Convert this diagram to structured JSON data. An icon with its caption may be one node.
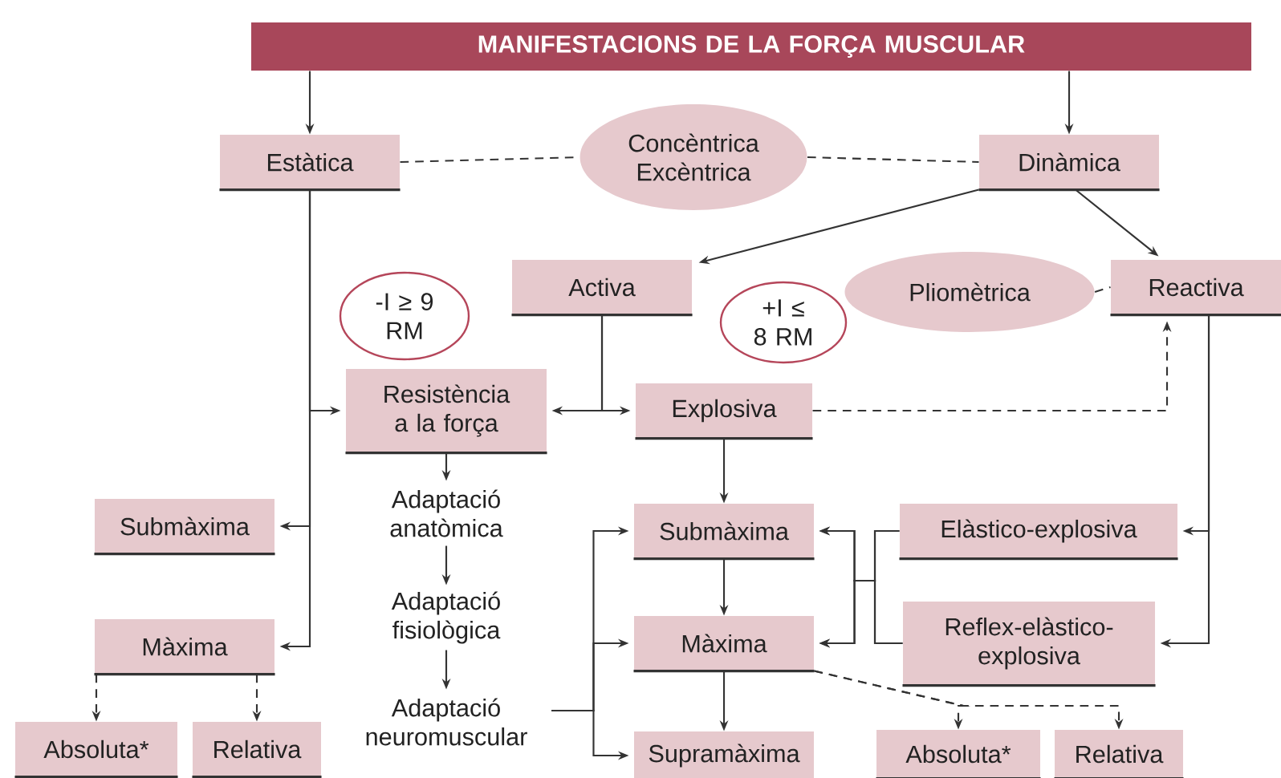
{
  "diagram": {
    "nodes": [
      {
        "text": [
          "MANIFESTACIONS DE LA FORÇA MUSCULAR"
        ]
      },
      {
        "text": [
          "Estàtica"
        ]
      },
      {
        "text": [
          "Concèntrica Excèntrica"
        ]
      },
      {
        "text": [
          "Dinàmica"
        ]
      },
      {
        "text": [
          "Activa"
        ]
      },
      {
        "text": [
          "-I ≥ 9 RM"
        ]
      },
      {
        "text": [
          "+I ≤ 8 RM"
        ]
      },
      {
        "text": [
          "Pliomètrica"
        ]
      },
      {
        "text": [
          "Reactiva"
        ]
      },
      {
        "text": [
          "Resistència a la força"
        ]
      },
      {
        "text": [
          "Explosiva"
        ]
      },
      {
        "text": [
          "Submàxima"
        ]
      },
      {
        "text": [
          "Adaptació anatòmica"
        ]
      },
      {
        "text": [
          "Adaptació fisiològica"
        ]
      },
      {
        "text": [
          "Adaptació neuromuscular"
        ]
      },
      {
        "text": [
          "Submàxima"
        ]
      },
      {
        "text": [
          "Elàstico-explosiva"
        ]
      },
      {
        "text": [
          "Màxima"
        ]
      },
      {
        "text": [
          "Màxima"
        ]
      },
      {
        "text": [
          "Reflex-elàstico-explosiva"
        ]
      },
      {
        "text": [
          "Absoluta*"
        ]
      },
      {
        "text": [
          "Relativa"
        ]
      },
      {
        "text": [
          "Supramàxima"
        ]
      },
      {
        "text": [
          "Absoluta*"
        ]
      },
      {
        "text": [
          "Relativa"
        ]
      }
    ],
    "edges": [
      {
        "from": 0,
        "to": 1,
        "arrow": "to"
      },
      {
        "from": 0,
        "to": 3,
        "arrow": "to"
      },
      {
        "from": 1,
        "to": 2,
        "arrow": "none",
        "style": "dashed"
      },
      {
        "from": 2,
        "to": 3,
        "arrow": "none",
        "style": "dashed"
      },
      {
        "from": 3,
        "to": 4,
        "arrow": "to"
      },
      {
        "from": 3,
        "to": 8,
        "arrow": "to"
      },
      {
        "from": 7,
        "to": 8,
        "arrow": "none",
        "style": "dashed"
      },
      {
        "from": 4,
        "to": 9,
        "arrow": "to"
      },
      {
        "from": 4,
        "to": 10,
        "arrow": "to"
      },
      {
        "from": 1,
        "to": 9,
        "arrow": "to"
      },
      {
        "from": 1,
        "to": 11,
        "arrow": "to"
      },
      {
        "from": 1,
        "to": 17,
        "arrow": "to"
      },
      {
        "from": 10,
        "to": 8,
        "arrow": "to",
        "style": "dashed"
      },
      {
        "from": 9,
        "to": 12,
        "arrow": "to"
      },
      {
        "from": 12,
        "to": 13,
        "arrow": "to"
      },
      {
        "from": 13,
        "to": 14,
        "arrow": "to"
      },
      {
        "from": 14,
        "to": 15,
        "arrow": "to"
      },
      {
        "from": 14,
        "to": 18,
        "arrow": "to"
      },
      {
        "from": 14,
        "to": 22,
        "arrow": "to"
      },
      {
        "from": 10,
        "to": 15,
        "arrow": "to"
      },
      {
        "from": 15,
        "to": 18,
        "arrow": "to"
      },
      {
        "from": 18,
        "to": 22,
        "arrow": "to"
      },
      {
        "from": 16,
        "to": 15,
        "arrow": "to"
      },
      {
        "from": 16,
        "to": 18,
        "arrow": "to"
      },
      {
        "from": 19,
        "to": 15,
        "arrow": "to"
      },
      {
        "from": 19,
        "to": 18,
        "arrow": "to"
      },
      {
        "from": 8,
        "to": 16,
        "arrow": "to"
      },
      {
        "from": 8,
        "to": 19,
        "arrow": "to"
      },
      {
        "from": 17,
        "to": 20,
        "arrow": "to",
        "style": "dashed"
      },
      {
        "from": 17,
        "to": 21,
        "arrow": "to",
        "style": "dashed"
      },
      {
        "from": 18,
        "to": 23,
        "arrow": "to",
        "style": "dashed"
      },
      {
        "from": 18,
        "to": 24,
        "arrow": "to",
        "style": "dashed"
      }
    ]
  }
}
